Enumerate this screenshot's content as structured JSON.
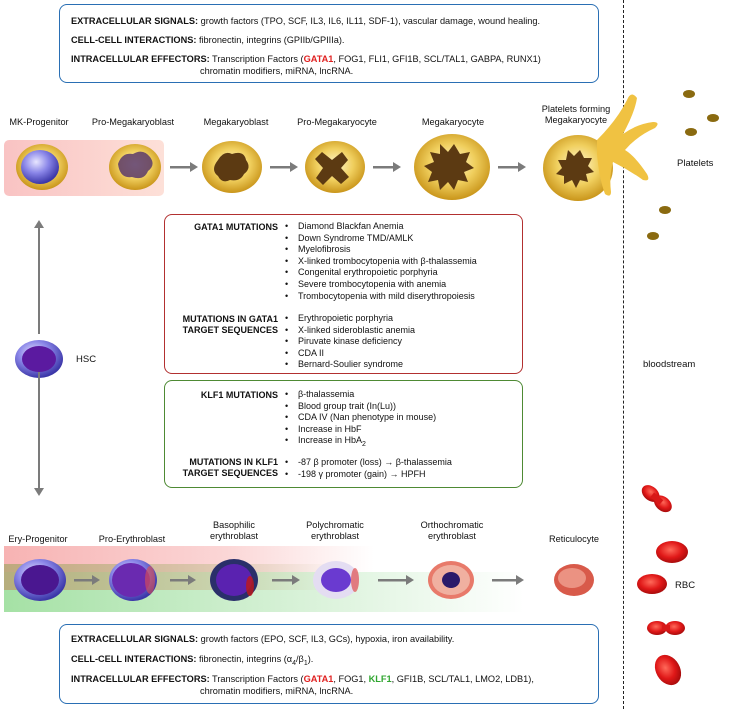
{
  "top_box": {
    "extracellular_label": "EXTRACELLULAR SIGNALS:",
    "extracellular_text": " growth factors (TPO, SCF, IL3, IL6, IL11, SDF-1), vascular damage, wound healing.",
    "cellcell_label": "CELL-CELL INTERACTIONS:",
    "cellcell_text": " fibronectin, integrins (GPIIb/GPIIIa).",
    "intracellular_label": "INTRACELLULAR EFFECTORS:",
    "intracellular_pre": " Transcription Factors (",
    "gata1": "GATA1",
    "intracellular_post": ", FOG1, FLI1, GFI1B, SCL/TAL1, GABPA, RUNX1)",
    "intracellular_line2": "chromatin modifiers, miRNA, lncRNA."
  },
  "mk_stages": [
    "MK-Progenitor",
    "Pro-Megakaryoblast",
    "Megakaryoblast",
    "Pro-Megakaryocyte",
    "Megakaryocyte",
    "Platelets forming",
    "Megakaryocyte"
  ],
  "platelets_label": "Platelets",
  "bloodstream_label": "bloodstream",
  "hsc_label": "HSC",
  "rbc_label": "RBC",
  "gata1_box": {
    "title": "GATA1 MUTATIONS",
    "items": [
      "Diamond Blackfan Anemia",
      "Down Syndrome TMD/AMLK",
      "Myelofibrosis",
      "X-linked trombocytopenia with β-thalassemia",
      "Congenital erythropoietic porphyria",
      "Severe trombocytopenia with anemia",
      "Trombocytopenia with mild diserythropoiesis"
    ],
    "target_title_1": "MUTATIONS IN GATA1",
    "target_title_2": "TARGET SEQUENCES",
    "target_items": [
      "Erythropoietic porphyria",
      "X-linked sideroblastic anemia",
      "Piruvate kinase deficiency",
      "CDA II",
      "Bernard-Soulier syndrome"
    ]
  },
  "klf1_box": {
    "title": "KLF1 MUTATIONS",
    "items": [
      "β-thalassemia",
      "Blood group trait (In(Lu))",
      "CDA IV (Nan phenotype in mouse)",
      "Increase in HbF"
    ],
    "hba2_pre": "Increase in HbA",
    "hba2_sub": "2",
    "target_title_1": "MUTATIONS IN KLF1",
    "target_title_2": "TARGET SEQUENCES",
    "target_items": [
      "-87   β promoter (loss) → β-thalassemia",
      "-198  γ promoter (gain) → HPFH"
    ]
  },
  "ery_stages": {
    "ery_progenitor": "Ery-Progenitor",
    "pro_erythroblast": "Pro-Erythroblast",
    "basophilic_1": "Basophilic",
    "basophilic_2": "erythroblast",
    "polychromatic_1": "Polychromatic",
    "polychromatic_2": "erythroblast",
    "orthochromatic_1": "Orthochromatic",
    "orthochromatic_2": "erythroblast",
    "reticulocyte": "Reticulocyte"
  },
  "bottom_box": {
    "extracellular_label": "EXTRACELLULAR SIGNALS:",
    "extracellular_text": " growth factors (EPO, SCF, IL3, GCs), hypoxia, iron availability.",
    "cellcell_label": "CELL-CELL INTERACTIONS:",
    "cellcell_text_pre": " fibronectin, integrins (α",
    "sub4": "4",
    "cellcell_mid": "/β",
    "sub1": "1",
    "cellcell_end": ").",
    "intracellular_label": "INTRACELLULAR EFFECTORS:",
    "intracellular_pre": " Transcription Factors (",
    "gata1": "GATA1",
    "comma1": ", FOG1, ",
    "klf1": "KLF1",
    "intracellular_post": ", GFI1B, SCL/TAL1, LMO2, LDB1),",
    "intracellular_line2": "chromatin modifiers, miRNA, lncRNA."
  },
  "colors": {
    "box_blue": "#2a6fb4",
    "box_red": "#b23030",
    "box_green": "#4e8a34",
    "gata1_red": "#e02020",
    "klf1_green": "#2fa52f",
    "platelet_gold": "#e3b43a",
    "rbc_red": "#d4161a"
  }
}
